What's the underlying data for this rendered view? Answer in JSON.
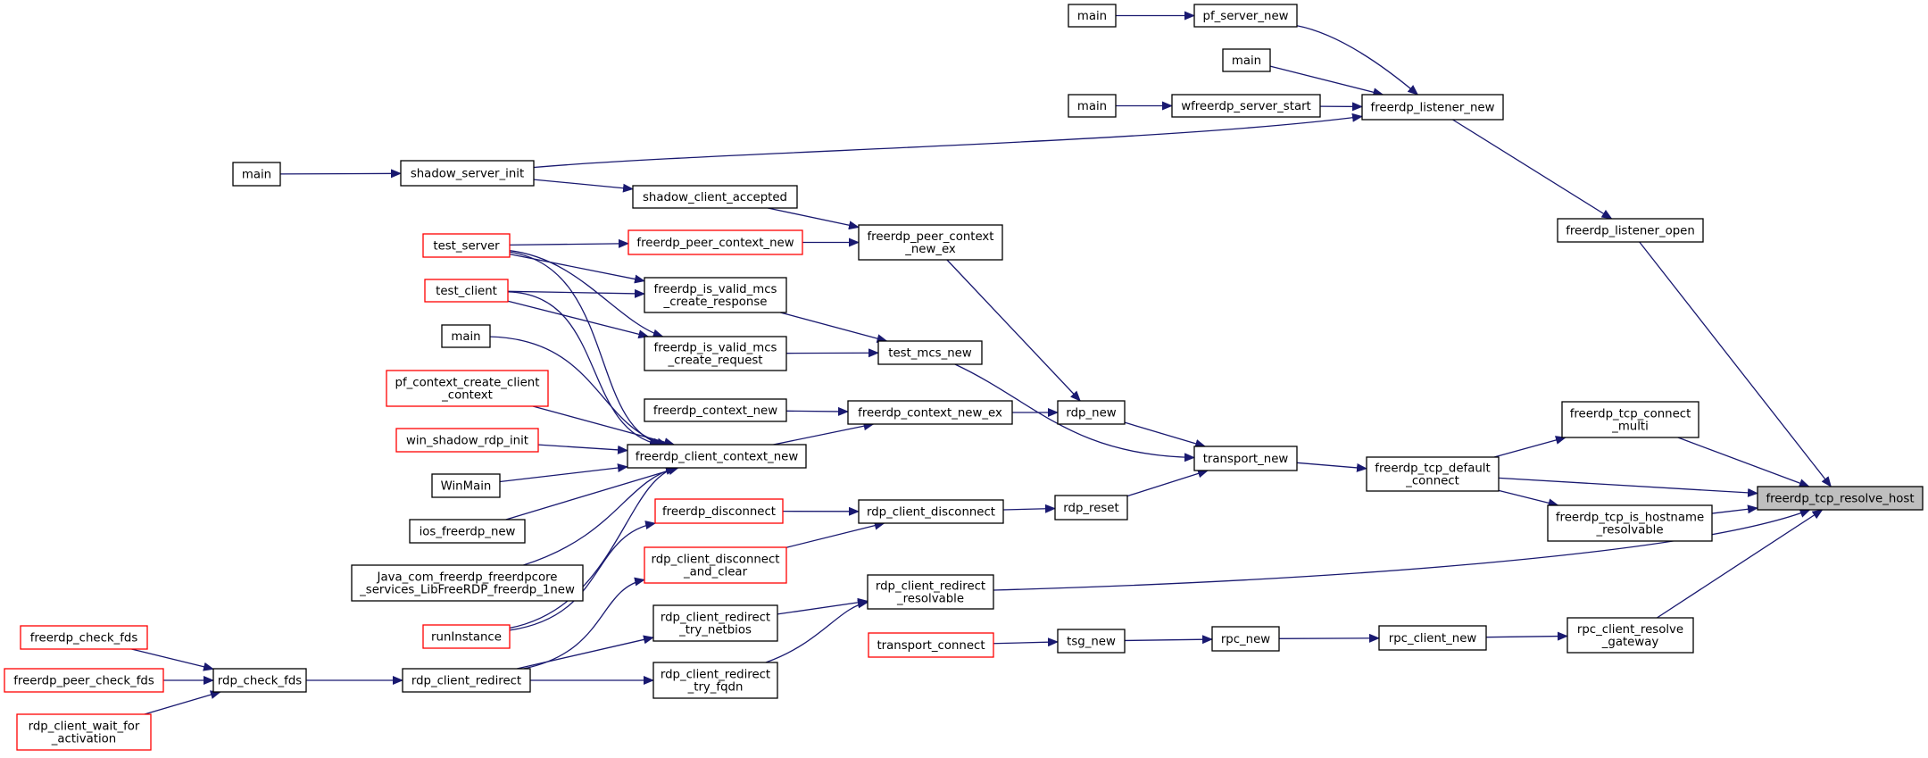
{
  "colors": {
    "edge": "#191970",
    "node_border": "#000000",
    "truncated_border": "#ff0000",
    "target_fill": "#bfbfbf"
  },
  "nodes": {
    "main1": [
      "main"
    ],
    "pf_server_new": [
      "pf_server_new"
    ],
    "main2": [
      "main"
    ],
    "main3": [
      "main"
    ],
    "wfreerdp_server_start": [
      "wfreerdp_server_start"
    ],
    "freerdp_listener_new": [
      "freerdp_listener_new"
    ],
    "main4": [
      "main"
    ],
    "shadow_server_init": [
      "shadow_server_init"
    ],
    "shadow_client_accepted": [
      "shadow_client_accepted"
    ],
    "freerdp_listener_open": [
      "freerdp_listener_open"
    ],
    "test_server": [
      "test_server"
    ],
    "freerdp_peer_context_new": [
      "freerdp_peer_context_new"
    ],
    "freerdp_peer_context_new_ex": [
      "freerdp_peer_context",
      "_new_ex"
    ],
    "test_client": [
      "test_client"
    ],
    "freerdp_is_valid_mcs_create_response": [
      "freerdp_is_valid_mcs",
      "_create_response"
    ],
    "main5": [
      "main"
    ],
    "freerdp_is_valid_mcs_create_request": [
      "freerdp_is_valid_mcs",
      "_create_request"
    ],
    "test_mcs_new": [
      "test_mcs_new"
    ],
    "pf_context_create_client_context": [
      "pf_context_create_client",
      "_context"
    ],
    "freerdp_context_new": [
      "freerdp_context_new"
    ],
    "freerdp_context_new_ex": [
      "freerdp_context_new_ex"
    ],
    "rdp_new": [
      "rdp_new"
    ],
    "freerdp_tcp_connect_multi": [
      "freerdp_tcp_connect",
      "_multi"
    ],
    "win_shadow_rdp_init": [
      "win_shadow_rdp_init"
    ],
    "freerdp_client_context_new": [
      "freerdp_client_context_new"
    ],
    "transport_new": [
      "transport_new"
    ],
    "freerdp_tcp_default_connect": [
      "freerdp_tcp_default",
      "_connect"
    ],
    "WinMain": [
      "WinMain"
    ],
    "freerdp_tcp_resolve_host": [
      "freerdp_tcp_resolve_host"
    ],
    "ios_freerdp_new": [
      "ios_freerdp_new"
    ],
    "freerdp_disconnect": [
      "freerdp_disconnect"
    ],
    "rdp_client_disconnect": [
      "rdp_client_disconnect"
    ],
    "rdp_reset": [
      "rdp_reset"
    ],
    "freerdp_tcp_is_hostname_resolvable": [
      "freerdp_tcp_is_hostname",
      "_resolvable"
    ],
    "rdp_client_disconnect_and_clear": [
      "rdp_client_disconnect",
      "_and_clear"
    ],
    "java_com": [
      "Java_com_freerdp_freerdpcore",
      "_services_LibFreeRDP_freerdp_1new"
    ],
    "rdp_client_redirect_resolvable": [
      "rdp_client_redirect",
      "_resolvable"
    ],
    "runInstance": [
      "runInstance"
    ],
    "rdp_client_redirect_try_netbios": [
      "rdp_client_redirect",
      "_try_netbios"
    ],
    "freerdp_check_fds": [
      "freerdp_check_fds"
    ],
    "transport_connect": [
      "transport_connect"
    ],
    "tsg_new": [
      "tsg_new"
    ],
    "rpc_new": [
      "rpc_new"
    ],
    "rpc_client_new": [
      "rpc_client_new"
    ],
    "rpc_client_resolve_gateway": [
      "rpc_client_resolve",
      "_gateway"
    ],
    "freerdp_peer_check_fds": [
      "freerdp_peer_check_fds"
    ],
    "rdp_check_fds": [
      "rdp_check_fds"
    ],
    "rdp_client_redirect": [
      "rdp_client_redirect"
    ],
    "rdp_client_redirect_try_fqdn": [
      "rdp_client_redirect",
      "_try_fqdn"
    ],
    "rdp_client_wait_for_activation": [
      "rdp_client_wait_for",
      "_activation"
    ]
  }
}
